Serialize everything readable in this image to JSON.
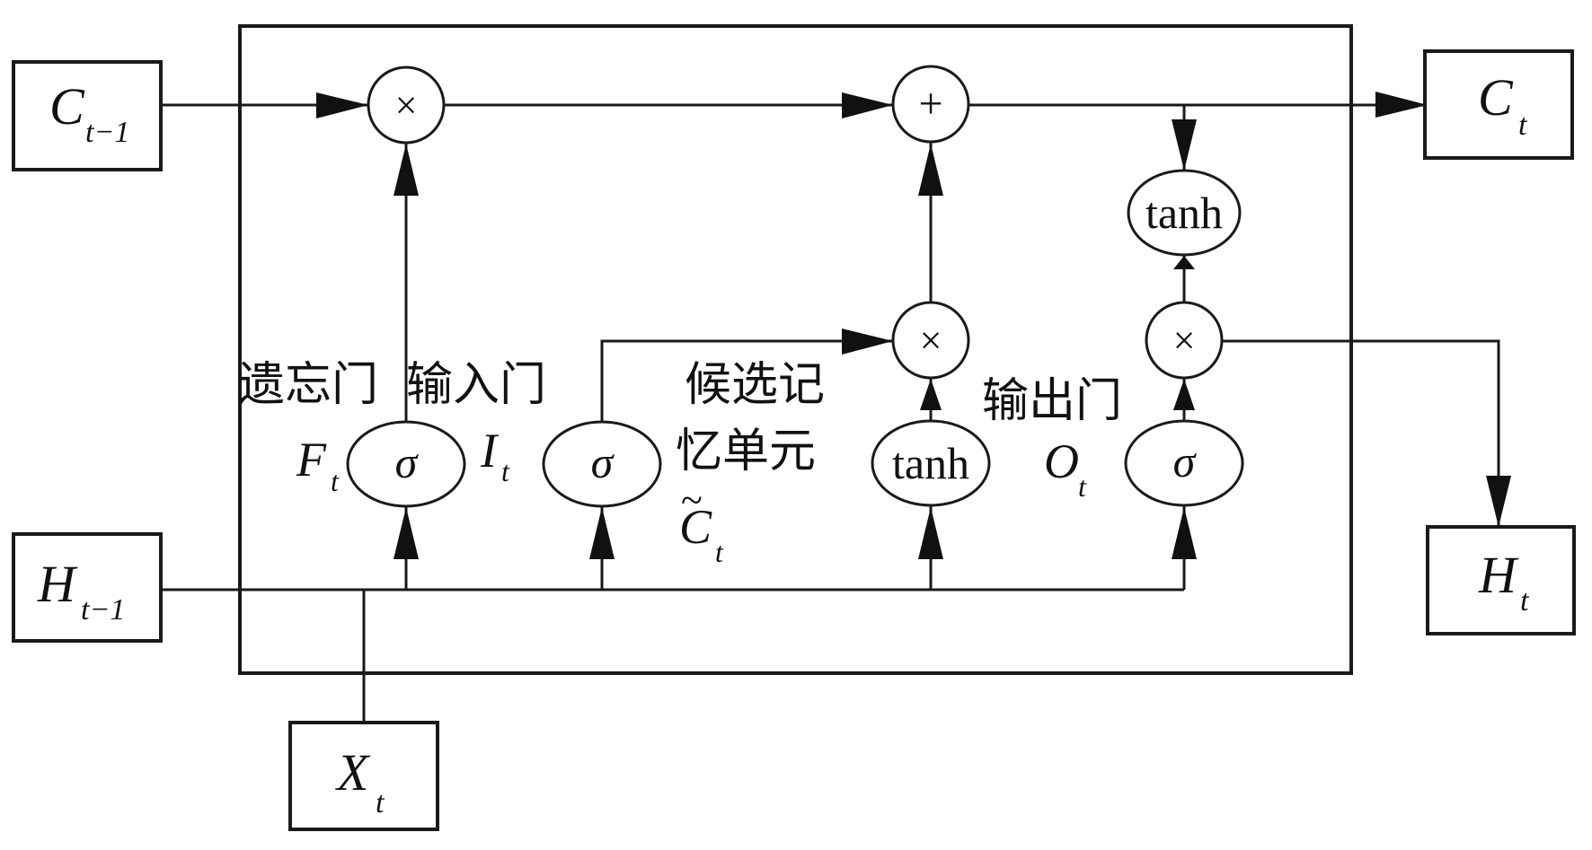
{
  "diagram": {
    "type": "LSTM cell",
    "inputs": {
      "c_prev": {
        "main": "C",
        "sub": "t−1"
      },
      "h_prev": {
        "main": "H",
        "sub": "t−1"
      },
      "x": {
        "main": "X",
        "sub": "t"
      }
    },
    "outputs": {
      "c": {
        "main": "C",
        "sub": "t"
      },
      "h": {
        "main": "H",
        "sub": "t"
      }
    },
    "operators": {
      "multiply": "×",
      "add": "+",
      "sigma": "σ",
      "tanh": "tanh"
    },
    "gates": {
      "forget": {
        "label": "遗忘门",
        "symbol": "F",
        "sub": "t"
      },
      "input": {
        "label": "输入门",
        "symbol": "I",
        "sub": "t"
      },
      "candidate": {
        "label_line1": "候选记",
        "label_line2": "忆单元",
        "symbol": "C",
        "tilde": "~",
        "sub": "t"
      },
      "output": {
        "label": "输出门",
        "symbol": "O",
        "sub": "t"
      }
    }
  }
}
